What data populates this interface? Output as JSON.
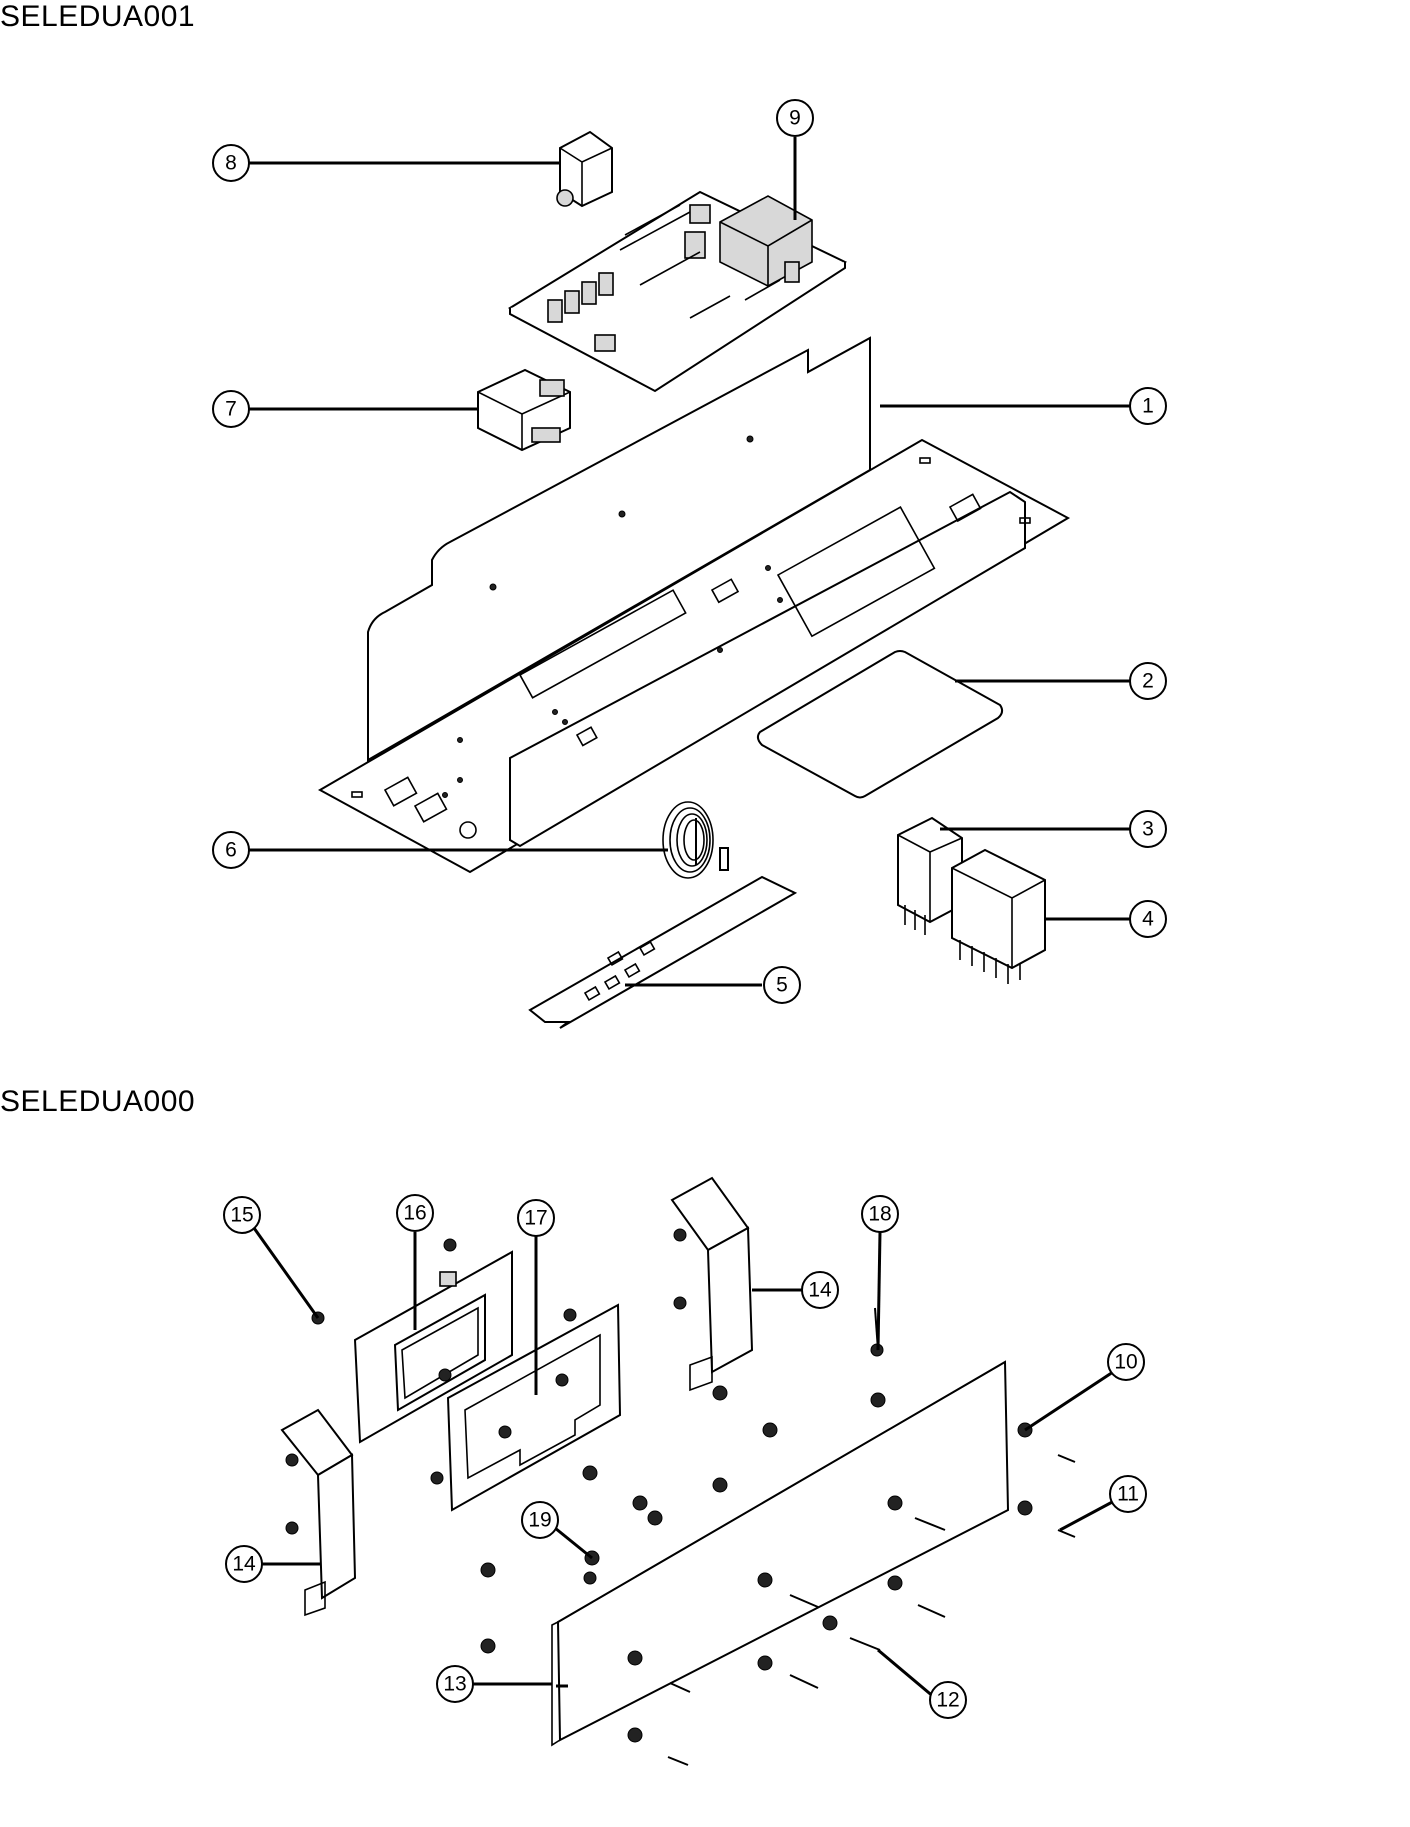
{
  "sections": [
    {
      "code": "SELEDUA001"
    },
    {
      "code": "SELEDUA000"
    }
  ],
  "callouts": [
    {
      "id": "1"
    },
    {
      "id": "2"
    },
    {
      "id": "3"
    },
    {
      "id": "4"
    },
    {
      "id": "5"
    },
    {
      "id": "6"
    },
    {
      "id": "7"
    },
    {
      "id": "8"
    },
    {
      "id": "9"
    },
    {
      "id": "10"
    },
    {
      "id": "11"
    },
    {
      "id": "12"
    },
    {
      "id": "13"
    },
    {
      "id": "14"
    },
    {
      "id": "14"
    },
    {
      "id": "15"
    },
    {
      "id": "16"
    },
    {
      "id": "17"
    },
    {
      "id": "18"
    },
    {
      "id": "19"
    }
  ]
}
